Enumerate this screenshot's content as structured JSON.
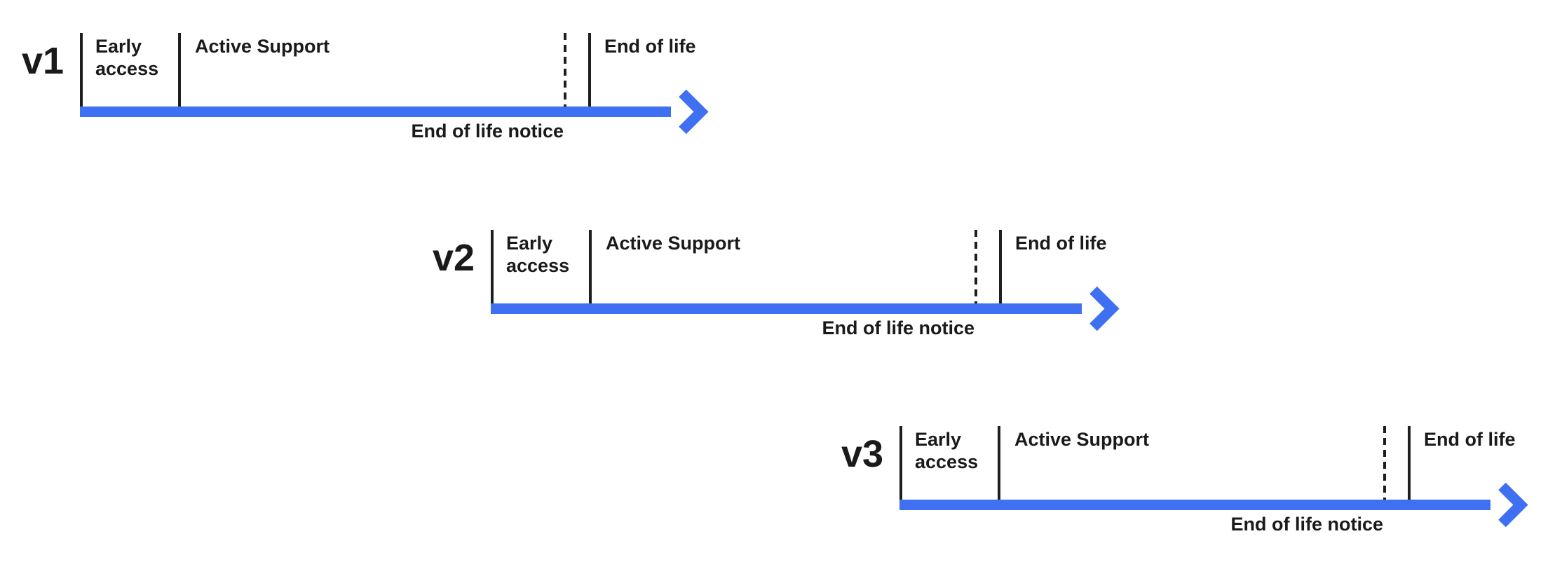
{
  "diagram": {
    "accent_color": "#3E70F1",
    "line_color": "#1E1E1E",
    "text_color": "#1A1A1A",
    "background_color": "#FFFFFF",
    "timelines": [
      {
        "version": "v1",
        "early_access": "Early access",
        "active_support": "Active Support",
        "end_of_life": "End of life",
        "end_of_life_notice": "End of life notice"
      },
      {
        "version": "v2",
        "early_access": "Early access",
        "active_support": "Active Support",
        "end_of_life": "End of life",
        "end_of_life_notice": "End of life notice"
      },
      {
        "version": "v3",
        "early_access": "Early access",
        "active_support": "Active Support",
        "end_of_life": "End of life",
        "end_of_life_notice": "End of life notice"
      }
    ]
  }
}
